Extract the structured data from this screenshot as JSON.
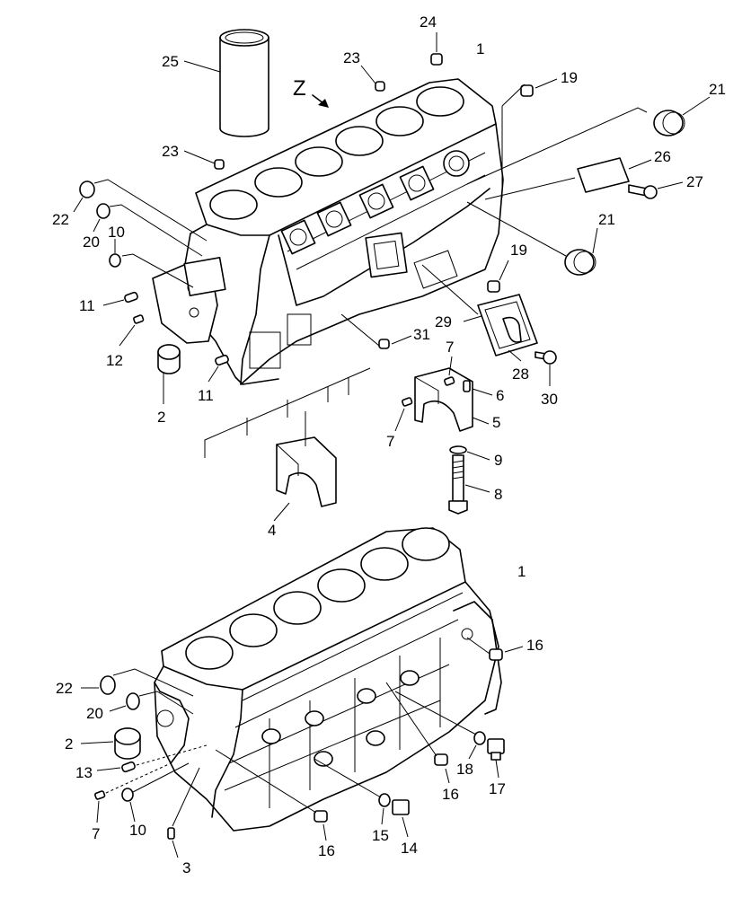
{
  "diagram": {
    "view_marker": "Z",
    "callouts": [
      {
        "id": "c-25",
        "text": "25"
      },
      {
        "id": "c-24",
        "text": "24"
      },
      {
        "id": "c-23a",
        "text": "23"
      },
      {
        "id": "c-1a",
        "text": "1"
      },
      {
        "id": "c-19a",
        "text": "19"
      },
      {
        "id": "c-21a",
        "text": "21"
      },
      {
        "id": "c-23b",
        "text": "23"
      },
      {
        "id": "c-26",
        "text": "26"
      },
      {
        "id": "c-27",
        "text": "27"
      },
      {
        "id": "c-22a",
        "text": "22"
      },
      {
        "id": "c-20a",
        "text": "20"
      },
      {
        "id": "c-10a",
        "text": "10"
      },
      {
        "id": "c-21b",
        "text": "21"
      },
      {
        "id": "c-19b",
        "text": "19"
      },
      {
        "id": "c-11a",
        "text": "11"
      },
      {
        "id": "c-12",
        "text": "12"
      },
      {
        "id": "c-29",
        "text": "29"
      },
      {
        "id": "c-31",
        "text": "31"
      },
      {
        "id": "c-7a",
        "text": "7"
      },
      {
        "id": "c-28",
        "text": "28"
      },
      {
        "id": "c-30",
        "text": "30"
      },
      {
        "id": "c-6",
        "text": "6"
      },
      {
        "id": "c-11b",
        "text": "11"
      },
      {
        "id": "c-2a",
        "text": "2"
      },
      {
        "id": "c-5",
        "text": "5"
      },
      {
        "id": "c-7b",
        "text": "7"
      },
      {
        "id": "c-9",
        "text": "9"
      },
      {
        "id": "c-8",
        "text": "8"
      },
      {
        "id": "c-4",
        "text": "4"
      },
      {
        "id": "c-1b",
        "text": "1"
      },
      {
        "id": "c-16a",
        "text": "16"
      },
      {
        "id": "c-22b",
        "text": "22"
      },
      {
        "id": "c-20b",
        "text": "20"
      },
      {
        "id": "c-2b",
        "text": "2"
      },
      {
        "id": "c-13",
        "text": "13"
      },
      {
        "id": "c-18",
        "text": "18"
      },
      {
        "id": "c-17",
        "text": "17"
      },
      {
        "id": "c-16b",
        "text": "16"
      },
      {
        "id": "c-7c",
        "text": "7"
      },
      {
        "id": "c-10b",
        "text": "10"
      },
      {
        "id": "c-16c",
        "text": "16"
      },
      {
        "id": "c-15",
        "text": "15"
      },
      {
        "id": "c-14",
        "text": "14"
      },
      {
        "id": "c-3",
        "text": "3"
      }
    ]
  }
}
